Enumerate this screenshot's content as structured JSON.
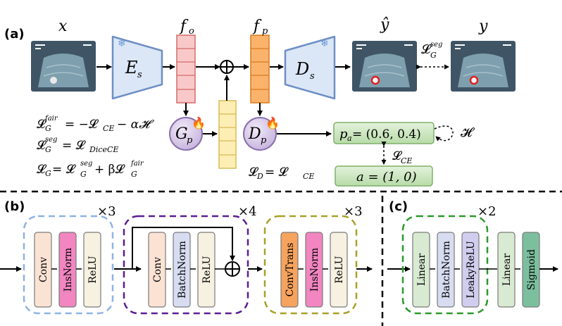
{
  "panels": {
    "a": "(a)",
    "b": "(b)",
    "c": "(c)"
  },
  "symbols": {
    "x": "x",
    "y_hat": "ŷ",
    "y": "y",
    "f_o": "f",
    "f_o_sub": "o",
    "f_p": "f",
    "f_p_sub": "p",
    "E_s": "E",
    "E_s_sub": "s",
    "D_s": "D",
    "D_s_sub": "s",
    "G_p": "G",
    "G_p_sub": "p",
    "D_p": "D",
    "D_p_sub": "p",
    "seg_loss_label": "𝓛",
    "seg_loss_sup": "seg",
    "seg_loss_sub": "G",
    "entropy": "𝓗",
    "ce_loss": "𝓛",
    "ce_loss_sub": "CE"
  },
  "boxes": {
    "p_a": "p",
    "p_a_sub": "a",
    "p_a_value": " = (0.6, 0.4)",
    "a": "a = (1, 0)"
  },
  "equations": {
    "fair": [
      "𝓛",
      "fair",
      "G",
      " = −𝓛",
      "CE",
      " − α𝓗"
    ],
    "seg": [
      "𝓛",
      "seg",
      "G",
      " = 𝓛",
      "DiceCE"
    ],
    "total": [
      "𝓛",
      "G",
      " = 𝓛",
      "seg",
      "G",
      " + β𝓛",
      "fair",
      "G"
    ],
    "disc": [
      "𝓛",
      "D",
      " = 𝓛",
      "CE"
    ]
  },
  "blocks_b": {
    "group1": {
      "repeat": "×3",
      "items": [
        "Conv",
        "InsNorm",
        "ReLU"
      ]
    },
    "group2": {
      "repeat": "×4",
      "items": [
        "Conv",
        "BatchNorm",
        "ReLU"
      ]
    },
    "group3": {
      "repeat": "×3",
      "items": [
        "ConvTrans",
        "InsNorm",
        "ReLU"
      ]
    }
  },
  "blocks_c": {
    "group1": {
      "repeat": "×2",
      "items": [
        "Linear",
        "BatchNorm",
        "LeakyReLU"
      ]
    },
    "tail": [
      "Linear",
      "Sigmoid"
    ]
  },
  "colors": {
    "feature_red": "#f9c9c9",
    "feature_red_stroke": "#d46a6a",
    "feature_orange": "#fbb36b",
    "feature_orange_stroke": "#d97a1f",
    "feature_yellow": "#fdeeb5",
    "feature_yellow_stroke": "#d8bc55",
    "encoder_fill": "#dbe7f6",
    "encoder_stroke": "#6e8fc6",
    "module_fill": "#ddd2ea",
    "module_stroke": "#8a70ad",
    "green_fill": "#c9e4bd",
    "green_stroke": "#7fb06a",
    "dash_blue": "#8db3e2",
    "dash_purple": "#5a1e96",
    "dash_olive": "#a8a028",
    "dash_green": "#2a9a2a",
    "conv_fill": "#fbe3d4",
    "insnorm_fill": "#f186c0",
    "relu_fill": "#f6f1e0",
    "batchnorm_fill": "#d7dcf1",
    "convtrans_fill": "#f6a35e",
    "linear_fill": "#d8ead2",
    "leaky_fill": "#d0cdee",
    "sigmoid_fill": "#7cbf9f"
  }
}
